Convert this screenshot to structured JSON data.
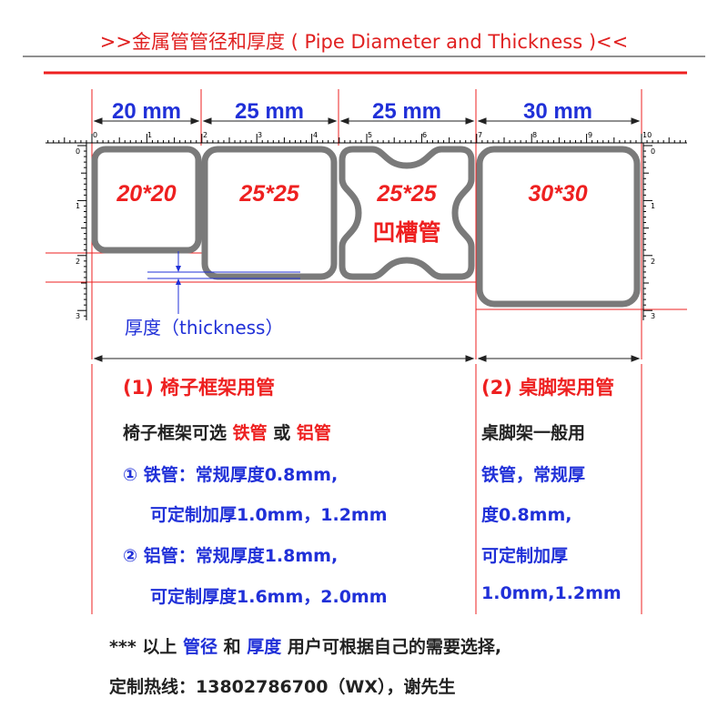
{
  "title": ">>金属管管径和厚度 ( Pipe Diameter and Thickness )<<",
  "dimensions": [
    "20 mm",
    "25 mm",
    "25 mm",
    "30 mm"
  ],
  "ruler_ticks_top": [
    "0",
    "1",
    "2",
    "3",
    "4",
    "5",
    "6",
    "7",
    "8",
    "9",
    "10"
  ],
  "ruler_ticks_left": [
    "0",
    "1",
    "2",
    "3"
  ],
  "ruler_ticks_right": [
    "0",
    "1",
    "2",
    "3"
  ],
  "pipes": [
    {
      "label": "20*20"
    },
    {
      "label": "25*25"
    },
    {
      "label": "25*25",
      "sublabel": "凹槽管"
    },
    {
      "label": "30*30"
    }
  ],
  "thickness_label": "厚度（thickness）",
  "section1": {
    "heading": "(1) 椅子框架用管",
    "line1_prefix": "椅子框架可选 ",
    "line1_iron": "铁管",
    "line1_or": " 或 ",
    "line1_alu": "铝管",
    "line2": "① 铁管：常规厚度0.8mm,",
    "line3": "可定制加厚1.0mm，1.2mm",
    "line4": "② 铝管：常规厚度1.8mm,",
    "line5": "可定制厚度1.6mm，2.0mm"
  },
  "section2": {
    "heading": "(2) 桌脚架用管",
    "line1": "桌脚架一般用",
    "line2": "铁管，常规厚",
    "line3": "度0.8mm,",
    "line4": "可定制加厚",
    "line5": "1.0mm,1.2mm"
  },
  "footer": {
    "prefix": "*** 以上 ",
    "diameter": "管径",
    "and": " 和 ",
    "thickness": "厚度",
    "suffix": " 用户可根据自己的需要选择,",
    "hotline": "定制热线：13802786700（WX），谢先生"
  },
  "colors": {
    "accent_red": "#ee2020",
    "accent_blue": "#2030d8",
    "pipe_gray": "#7a7a7a"
  }
}
